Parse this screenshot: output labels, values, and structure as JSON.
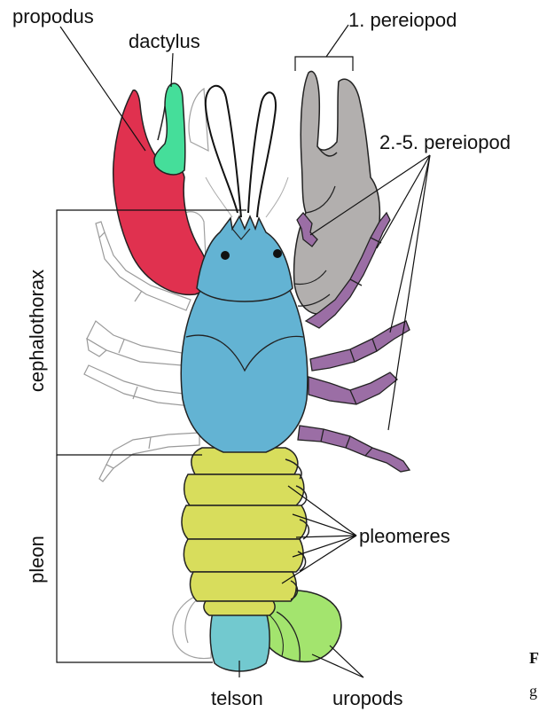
{
  "labels": {
    "propodus": "propodus",
    "dactylus": "dactylus",
    "pereiopod_1": "1. pereiopod",
    "pereiopod_2_5": "2.-5. pereiopod",
    "cephalothorax": "cephalothorax",
    "pleon": "pleon",
    "pleomeres": "pleomeres",
    "telson": "telson",
    "uropods": "uropods"
  },
  "edge_text": {
    "top": "F",
    "bottom": "g"
  },
  "colors": {
    "propodus": "#e0314f",
    "dactylus": "#45de9a",
    "first_pereiopod": "#b2afae",
    "walking_legs": "#9b6ea5",
    "cephalothorax": "#63b3d3",
    "pleon": "#d8dd5c",
    "telson": "#72c9cf",
    "uropods": "#a3e46e"
  }
}
